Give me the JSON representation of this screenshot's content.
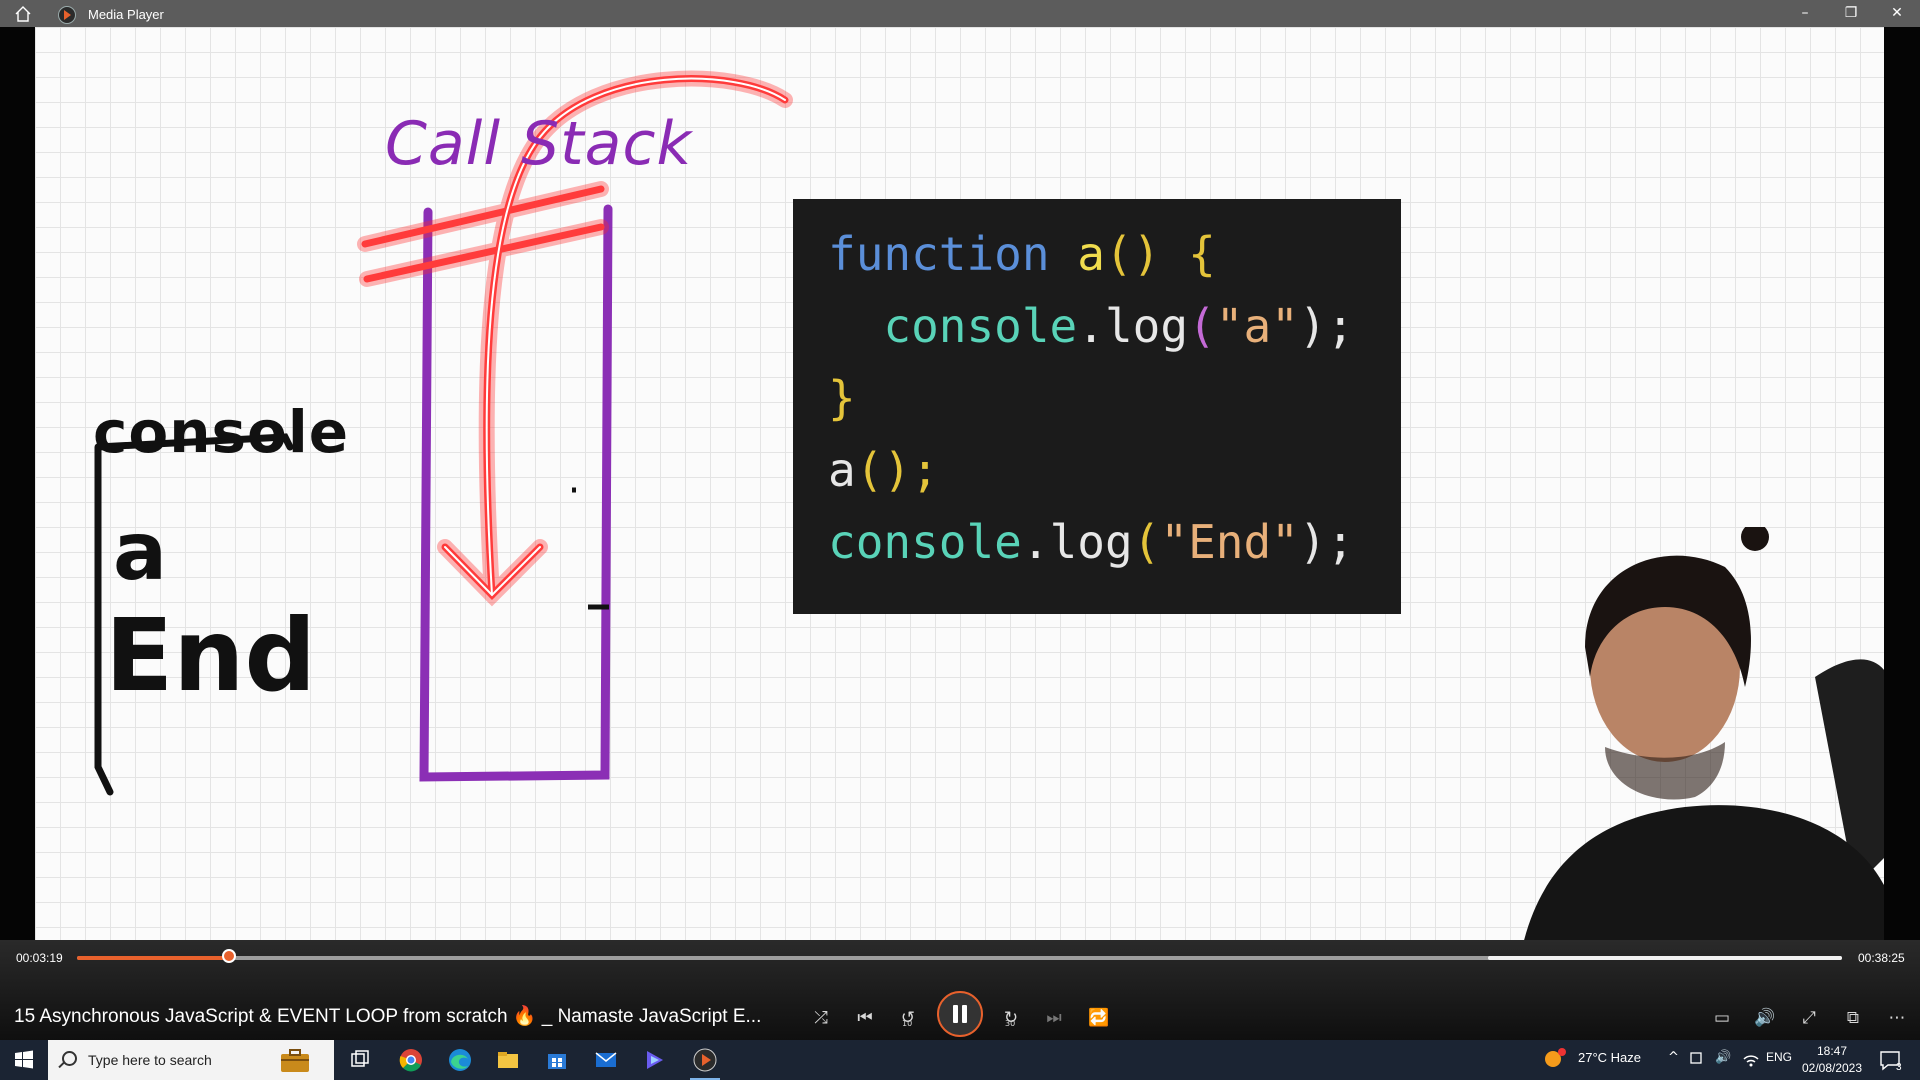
{
  "window": {
    "title": "Media Player",
    "minimize": "–",
    "restore": "❐",
    "close": "✕"
  },
  "slide": {
    "call_stack_label": "Call Stack",
    "console_label": "console",
    "console_output": [
      "a",
      "End"
    ],
    "code_lines": [
      [
        "function",
        " ",
        "a",
        "()",
        " ",
        "{"
      ],
      [
        "  ",
        "console",
        ".",
        "log",
        "(",
        "\"a\"",
        ");"
      ],
      [
        "}"
      ],
      [
        "a",
        "();"
      ],
      [
        "console",
        ".",
        "log",
        "(",
        "\"End\"",
        ");"
      ]
    ]
  },
  "player": {
    "elapsed": "00:03:19",
    "duration": "00:38:25",
    "progress_fraction": 0.0864,
    "video_title": "15 Asynchronous JavaScript & EVENT LOOP from scratch 🔥 _ Namaste JavaScript E...",
    "accent_color": "#e8612c",
    "controls": {
      "shuffle": "shuffle-icon",
      "previous": "previous-icon",
      "rewind": "rewind-10-icon",
      "play_pause": "pause-icon",
      "forward": "forward-30-icon",
      "next": "next-icon",
      "repeat": "repeat-off-icon",
      "captions": "captions-icon",
      "volume": "volume-icon",
      "fullscreen": "fullscreen-icon",
      "miniplayer": "miniplayer-icon",
      "more": "more-icon"
    },
    "icon_glyphs": {
      "shuffle": "⤮",
      "previous": "⏮",
      "rewind": "↺",
      "forward": "↻",
      "next": "⏭",
      "repeat": "🔁",
      "captions": "▭",
      "volume": "🔊",
      "fullscreen": "⤢",
      "miniplayer": "⧉",
      "more": "⋯"
    },
    "rewind_seconds": "10",
    "forward_seconds": "30"
  },
  "taskbar": {
    "search_placeholder": "Type here to search",
    "weather": "27°C  Haze",
    "language": "ENG",
    "time": "18:47",
    "date": "02/08/2023",
    "notifications": "3"
  }
}
